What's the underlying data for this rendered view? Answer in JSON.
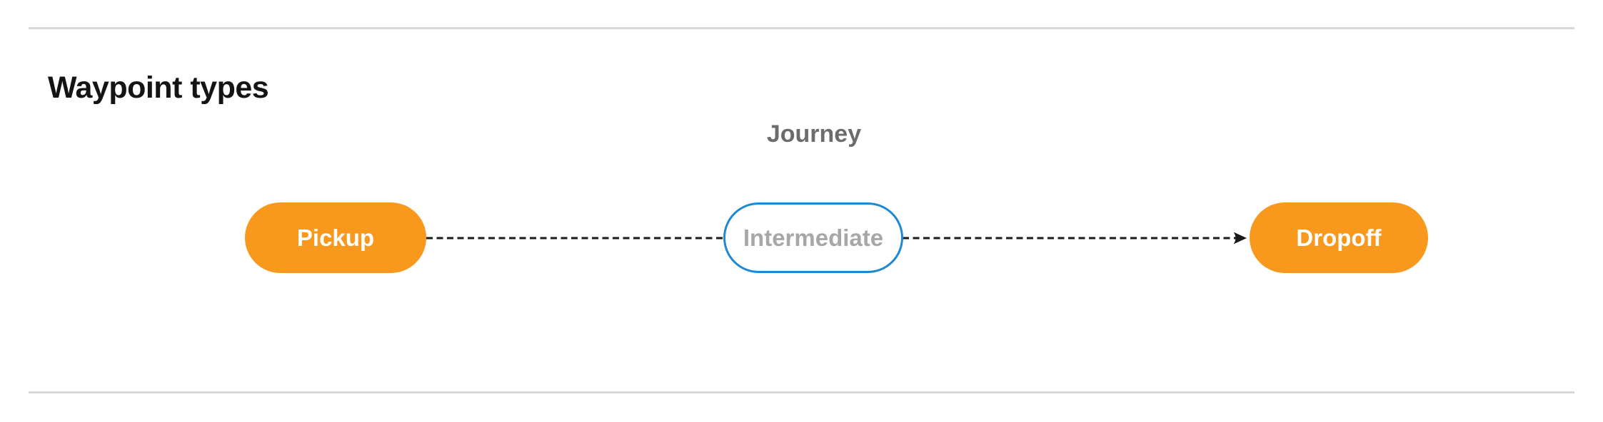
{
  "page": {
    "section_title": "Waypoint types"
  },
  "diagram": {
    "group_label": "Journey",
    "nodes": [
      {
        "id": "pickup",
        "label": "Pickup",
        "style": "filled-orange"
      },
      {
        "id": "intermediate",
        "label": "Intermediate",
        "style": "outlined-blue"
      },
      {
        "id": "dropoff",
        "label": "Dropoff",
        "style": "filled-orange"
      }
    ],
    "edge": {
      "from": "Pickup",
      "via": "Intermediate",
      "to": "Dropoff",
      "style": "dashed",
      "arrowhead": "at-dropoff"
    }
  },
  "colors": {
    "node_fill_orange": "#f8981d",
    "node_outline_blue": "#1e88d2",
    "node_label_on_orange": "#ffffff",
    "node_label_muted": "#a7a7a7",
    "journey_label": "#6c6c6c",
    "divider": "#d8d8d8",
    "edge": "#1a1a1a",
    "background": "#ffffff"
  }
}
